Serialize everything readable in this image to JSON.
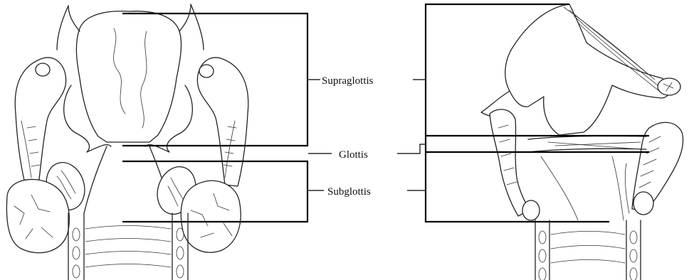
{
  "labels": {
    "supraglottis": "Supraglottis",
    "glottis": "Glottis",
    "subglottis": "Subglottis"
  },
  "views": [
    "posterior-view",
    "lateral-view"
  ],
  "colors": {
    "ink": "#222222",
    "background": "#ffffff"
  }
}
